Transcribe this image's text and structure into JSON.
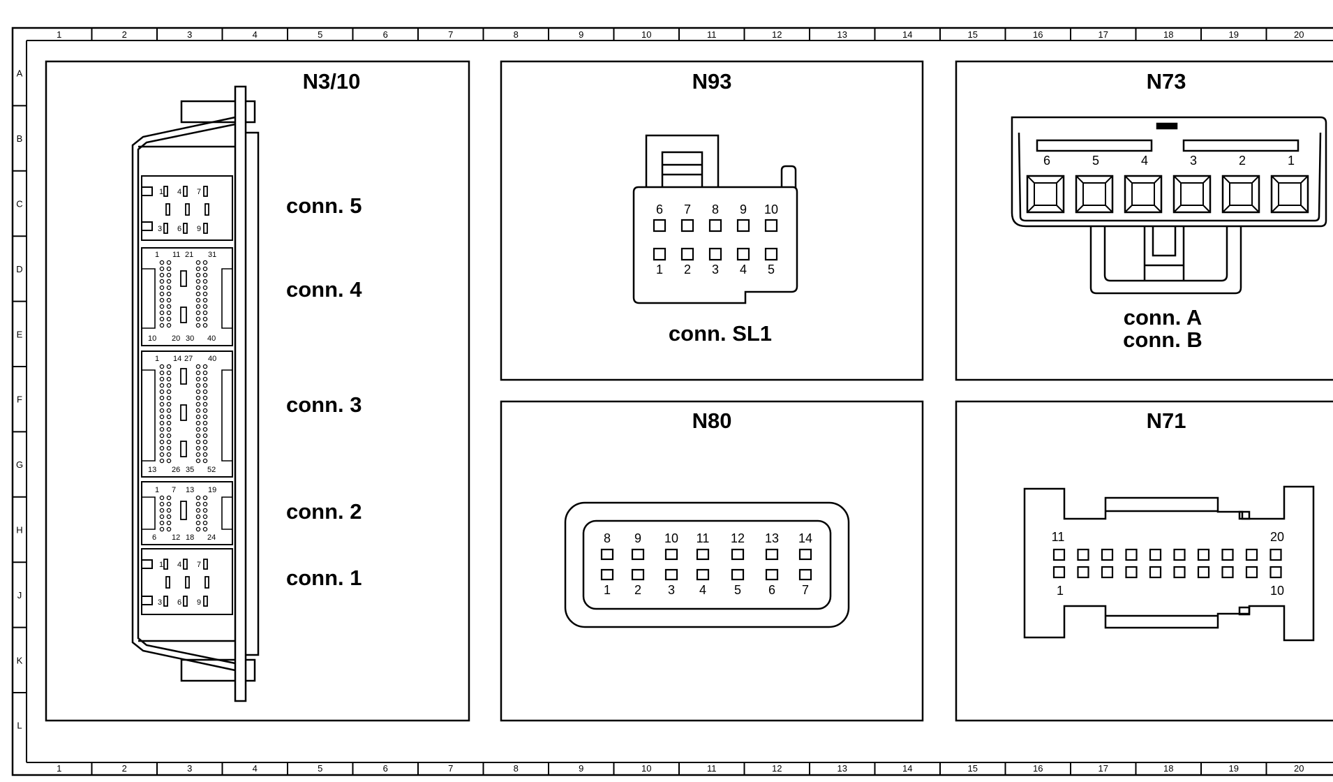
{
  "ruler": {
    "columns": [
      "1",
      "2",
      "3",
      "4",
      "5",
      "6",
      "7",
      "8",
      "9",
      "10",
      "11",
      "12",
      "13",
      "14",
      "15",
      "16",
      "17",
      "18",
      "19",
      "20"
    ],
    "rows": [
      "A",
      "B",
      "C",
      "D",
      "E",
      "F",
      "G",
      "H",
      "J",
      "K",
      "L"
    ]
  },
  "panels": {
    "n310": {
      "title": "N3/10",
      "conn5": "conn. 5",
      "conn4": "conn. 4",
      "conn3": "conn. 3",
      "conn2": "conn. 2",
      "conn1": "conn. 1",
      "c5_pins": [
        "1",
        "4",
        "7",
        "3",
        "6",
        "9"
      ],
      "c4_pins": [
        "1",
        "11",
        "21",
        "31",
        "10",
        "20",
        "30",
        "40"
      ],
      "c3_pins": [
        "1",
        "14",
        "27",
        "40",
        "13",
        "26",
        "35",
        "52"
      ],
      "c2_pins": [
        "1",
        "7",
        "13",
        "19",
        "6",
        "12",
        "18",
        "24"
      ],
      "c1_pins": [
        "1",
        "4",
        "7",
        "3",
        "6",
        "9"
      ]
    },
    "n93": {
      "title": "N93",
      "conn": "conn. SL1",
      "top_pins": [
        "6",
        "7",
        "8",
        "9",
        "10"
      ],
      "bottom_pins": [
        "1",
        "2",
        "3",
        "4",
        "5"
      ]
    },
    "n73": {
      "title": "N73",
      "conn_a": "conn. A",
      "conn_b": "conn. B",
      "pins": [
        "6",
        "5",
        "4",
        "3",
        "2",
        "1"
      ]
    },
    "n80": {
      "title": "N80",
      "top_pins": [
        "8",
        "9",
        "10",
        "11",
        "12",
        "13",
        "14"
      ],
      "bottom_pins": [
        "1",
        "2",
        "3",
        "4",
        "5",
        "6",
        "7"
      ]
    },
    "n71": {
      "title": "N71",
      "pin_labels": [
        "11",
        "20",
        "1",
        "10"
      ]
    }
  }
}
